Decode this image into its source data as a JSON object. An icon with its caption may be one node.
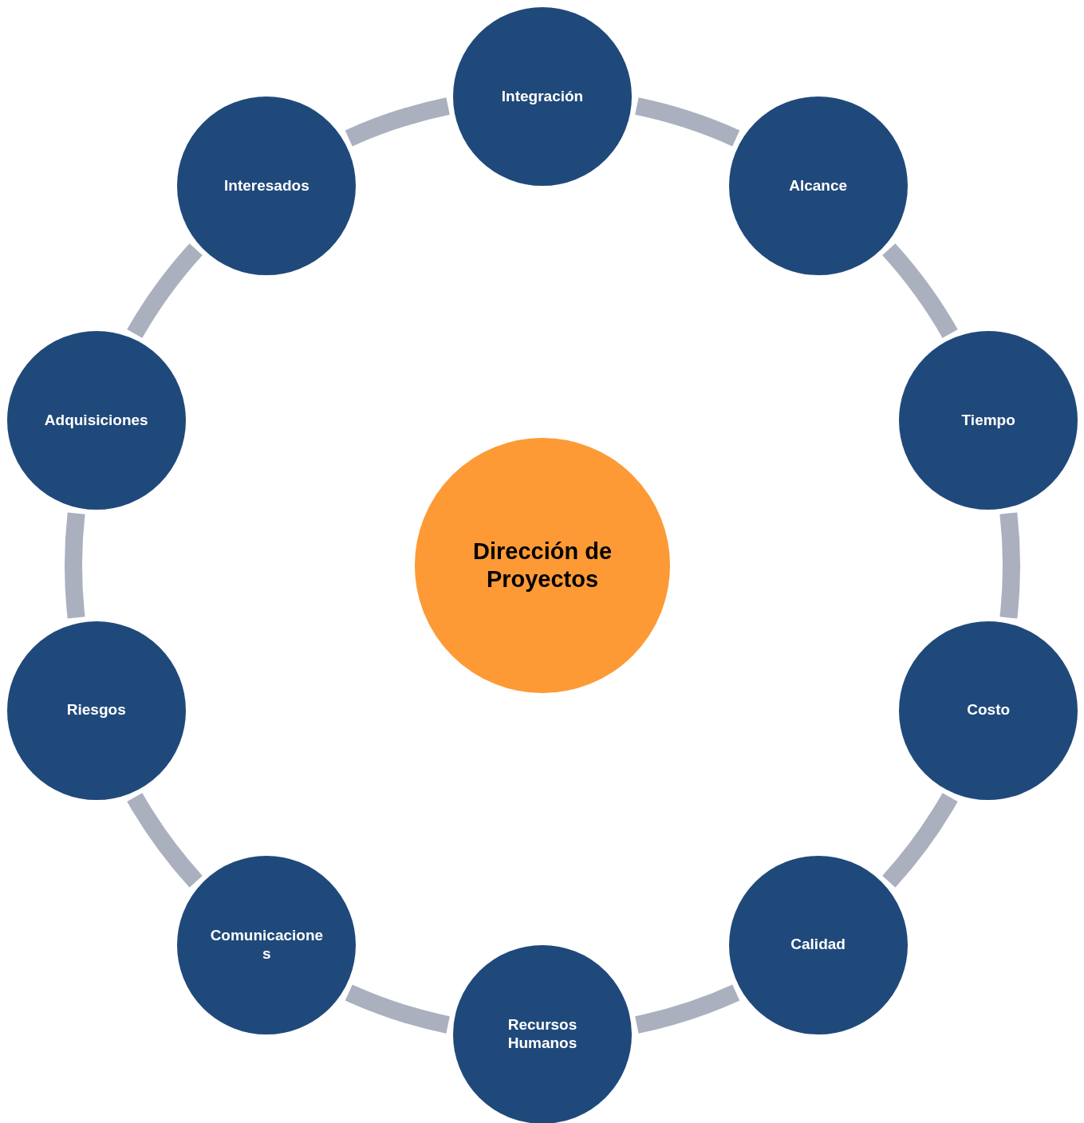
{
  "diagram": {
    "nodes": [
      {
        "text": [
          "Dirección de Proyectos"
        ]
      },
      {
        "text": [
          "Integración"
        ]
      },
      {
        "text": [
          "Alcance"
        ]
      },
      {
        "text": [
          "Tiempo"
        ]
      },
      {
        "text": [
          "Costo"
        ]
      },
      {
        "text": [
          "Calidad"
        ]
      },
      {
        "text": [
          "Recursos Humanos"
        ]
      },
      {
        "text": [
          "Comunicaciones"
        ]
      },
      {
        "text": [
          "Riesgos"
        ]
      },
      {
        "text": [
          "Adquisiciones"
        ]
      },
      {
        "text": [
          "Interesados"
        ]
      }
    ],
    "edges": [
      {
        "from": 1,
        "to": 2,
        "arrow": "none"
      },
      {
        "from": 2,
        "to": 3,
        "arrow": "none"
      },
      {
        "from": 3,
        "to": 4,
        "arrow": "none"
      },
      {
        "from": 4,
        "to": 5,
        "arrow": "none"
      },
      {
        "from": 5,
        "to": 6,
        "arrow": "none"
      },
      {
        "from": 6,
        "to": 7,
        "arrow": "none"
      },
      {
        "from": 7,
        "to": 8,
        "arrow": "none"
      },
      {
        "from": 8,
        "to": 9,
        "arrow": "none"
      },
      {
        "from": 9,
        "to": 10,
        "arrow": "none"
      },
      {
        "from": 10,
        "to": 1,
        "arrow": "none"
      }
    ]
  }
}
